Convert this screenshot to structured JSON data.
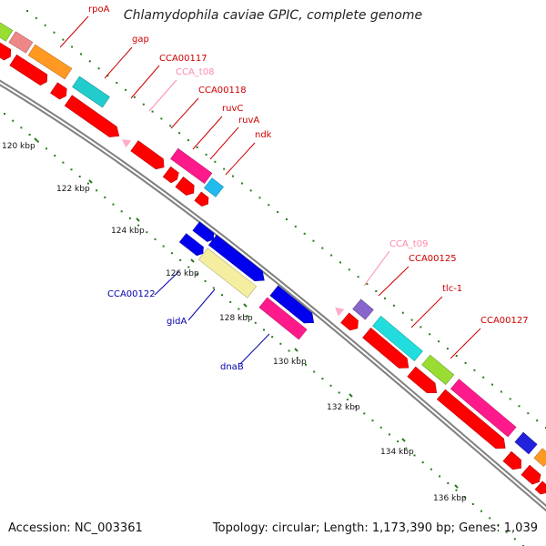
{
  "title": "Chlamydophila caviae GPIC, complete genome",
  "footer": {
    "accession": "Accession: NC_003361",
    "summary": "Topology: circular; Length: 1,173,390 bp; Genes: 1,039"
  },
  "colors": {
    "backbone": "#808080",
    "tick": "#2a7a1e",
    "strand_minus": "#ff0000",
    "label_red": "#cc0000",
    "label_pink": "#ff88aa",
    "label_blue": "#0000aa"
  },
  "kbp_ticks": [
    {
      "label": "120 kbp"
    },
    {
      "label": "122 kbp"
    },
    {
      "label": "124 kbp"
    },
    {
      "label": "126 kbp"
    },
    {
      "label": "128 kbp"
    },
    {
      "label": "130 kbp"
    },
    {
      "label": "132 kbp"
    },
    {
      "label": "134 kbp"
    },
    {
      "label": "136 kbp"
    }
  ],
  "gene_labels": [
    {
      "text": "rpoA",
      "color": "#cc0000"
    },
    {
      "text": "gap",
      "color": "#cc0000"
    },
    {
      "text": "CCA00117",
      "color": "#cc0000"
    },
    {
      "text": "CCA_t08",
      "color": "#ff88aa"
    },
    {
      "text": "CCA00118",
      "color": "#cc0000"
    },
    {
      "text": "ruvC",
      "color": "#cc0000"
    },
    {
      "text": "ruvA",
      "color": "#cc0000"
    },
    {
      "text": "ndk",
      "color": "#cc0000"
    },
    {
      "text": "CCA_t09",
      "color": "#ff88aa"
    },
    {
      "text": "CCA00125",
      "color": "#cc0000"
    },
    {
      "text": "tlc-1",
      "color": "#cc0000"
    },
    {
      "text": "CCA00127",
      "color": "#cc0000"
    },
    {
      "text": "CCA00122",
      "color": "#0000aa"
    },
    {
      "text": "gidA",
      "color": "#0000aa"
    },
    {
      "text": "dnaB",
      "color": "#0000aa"
    }
  ]
}
